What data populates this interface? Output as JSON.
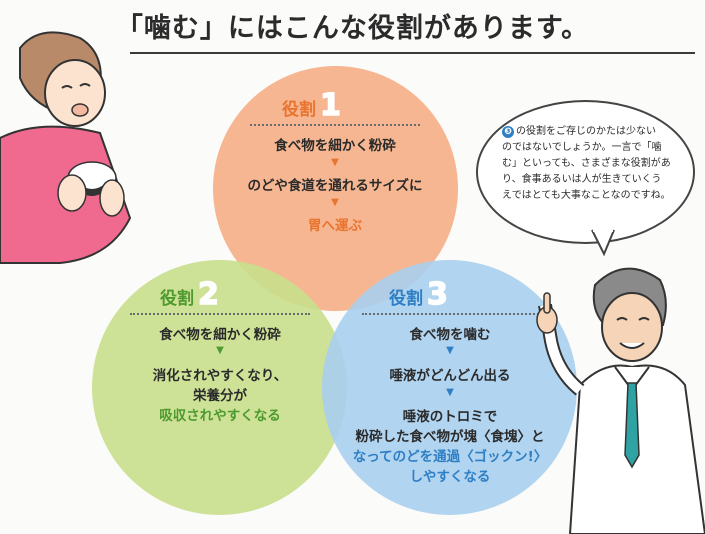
{
  "title": "「噛む」にはこんな役割があります。",
  "roles": [
    {
      "label": "役割",
      "number": "1",
      "steps": [
        "食べ物を細かく粉砕",
        "のどや食道を通れるサイズに",
        "胃へ運ぶ"
      ],
      "arrow": "▼"
    },
    {
      "label": "役割",
      "number": "2",
      "steps": [
        "食べ物を細かく粉砕",
        "消化されやすくなり、",
        "栄養分が",
        "吸収されやすくなる"
      ],
      "arrow": "▼"
    },
    {
      "label": "役割",
      "number": "3",
      "steps": [
        "食べ物を噛む",
        "唾液がどんどん出る",
        "唾液のトロミで",
        "粉砕した食べ物が塊〈食塊〉と",
        "なってのどを通過〈ゴックン!〉",
        "しやすくなる"
      ],
      "arrow": "▼"
    }
  ],
  "bubble": {
    "badge": "❸",
    "lines": [
      "の役割をご存じのかたは少ない",
      "のではないでしょうか。一言で「噛",
      "む」といっても、さまざまな役割があ",
      "り、食事あるいは人が生きていくう",
      "えではとても大事なことなのですね。"
    ]
  },
  "colors": {
    "role1": "#f4a67a",
    "role2": "#c8df8c",
    "role3": "#a9cfee",
    "accent1": "#e8742f",
    "accent2": "#4e9a2f",
    "accent3": "#2e7fc4"
  }
}
